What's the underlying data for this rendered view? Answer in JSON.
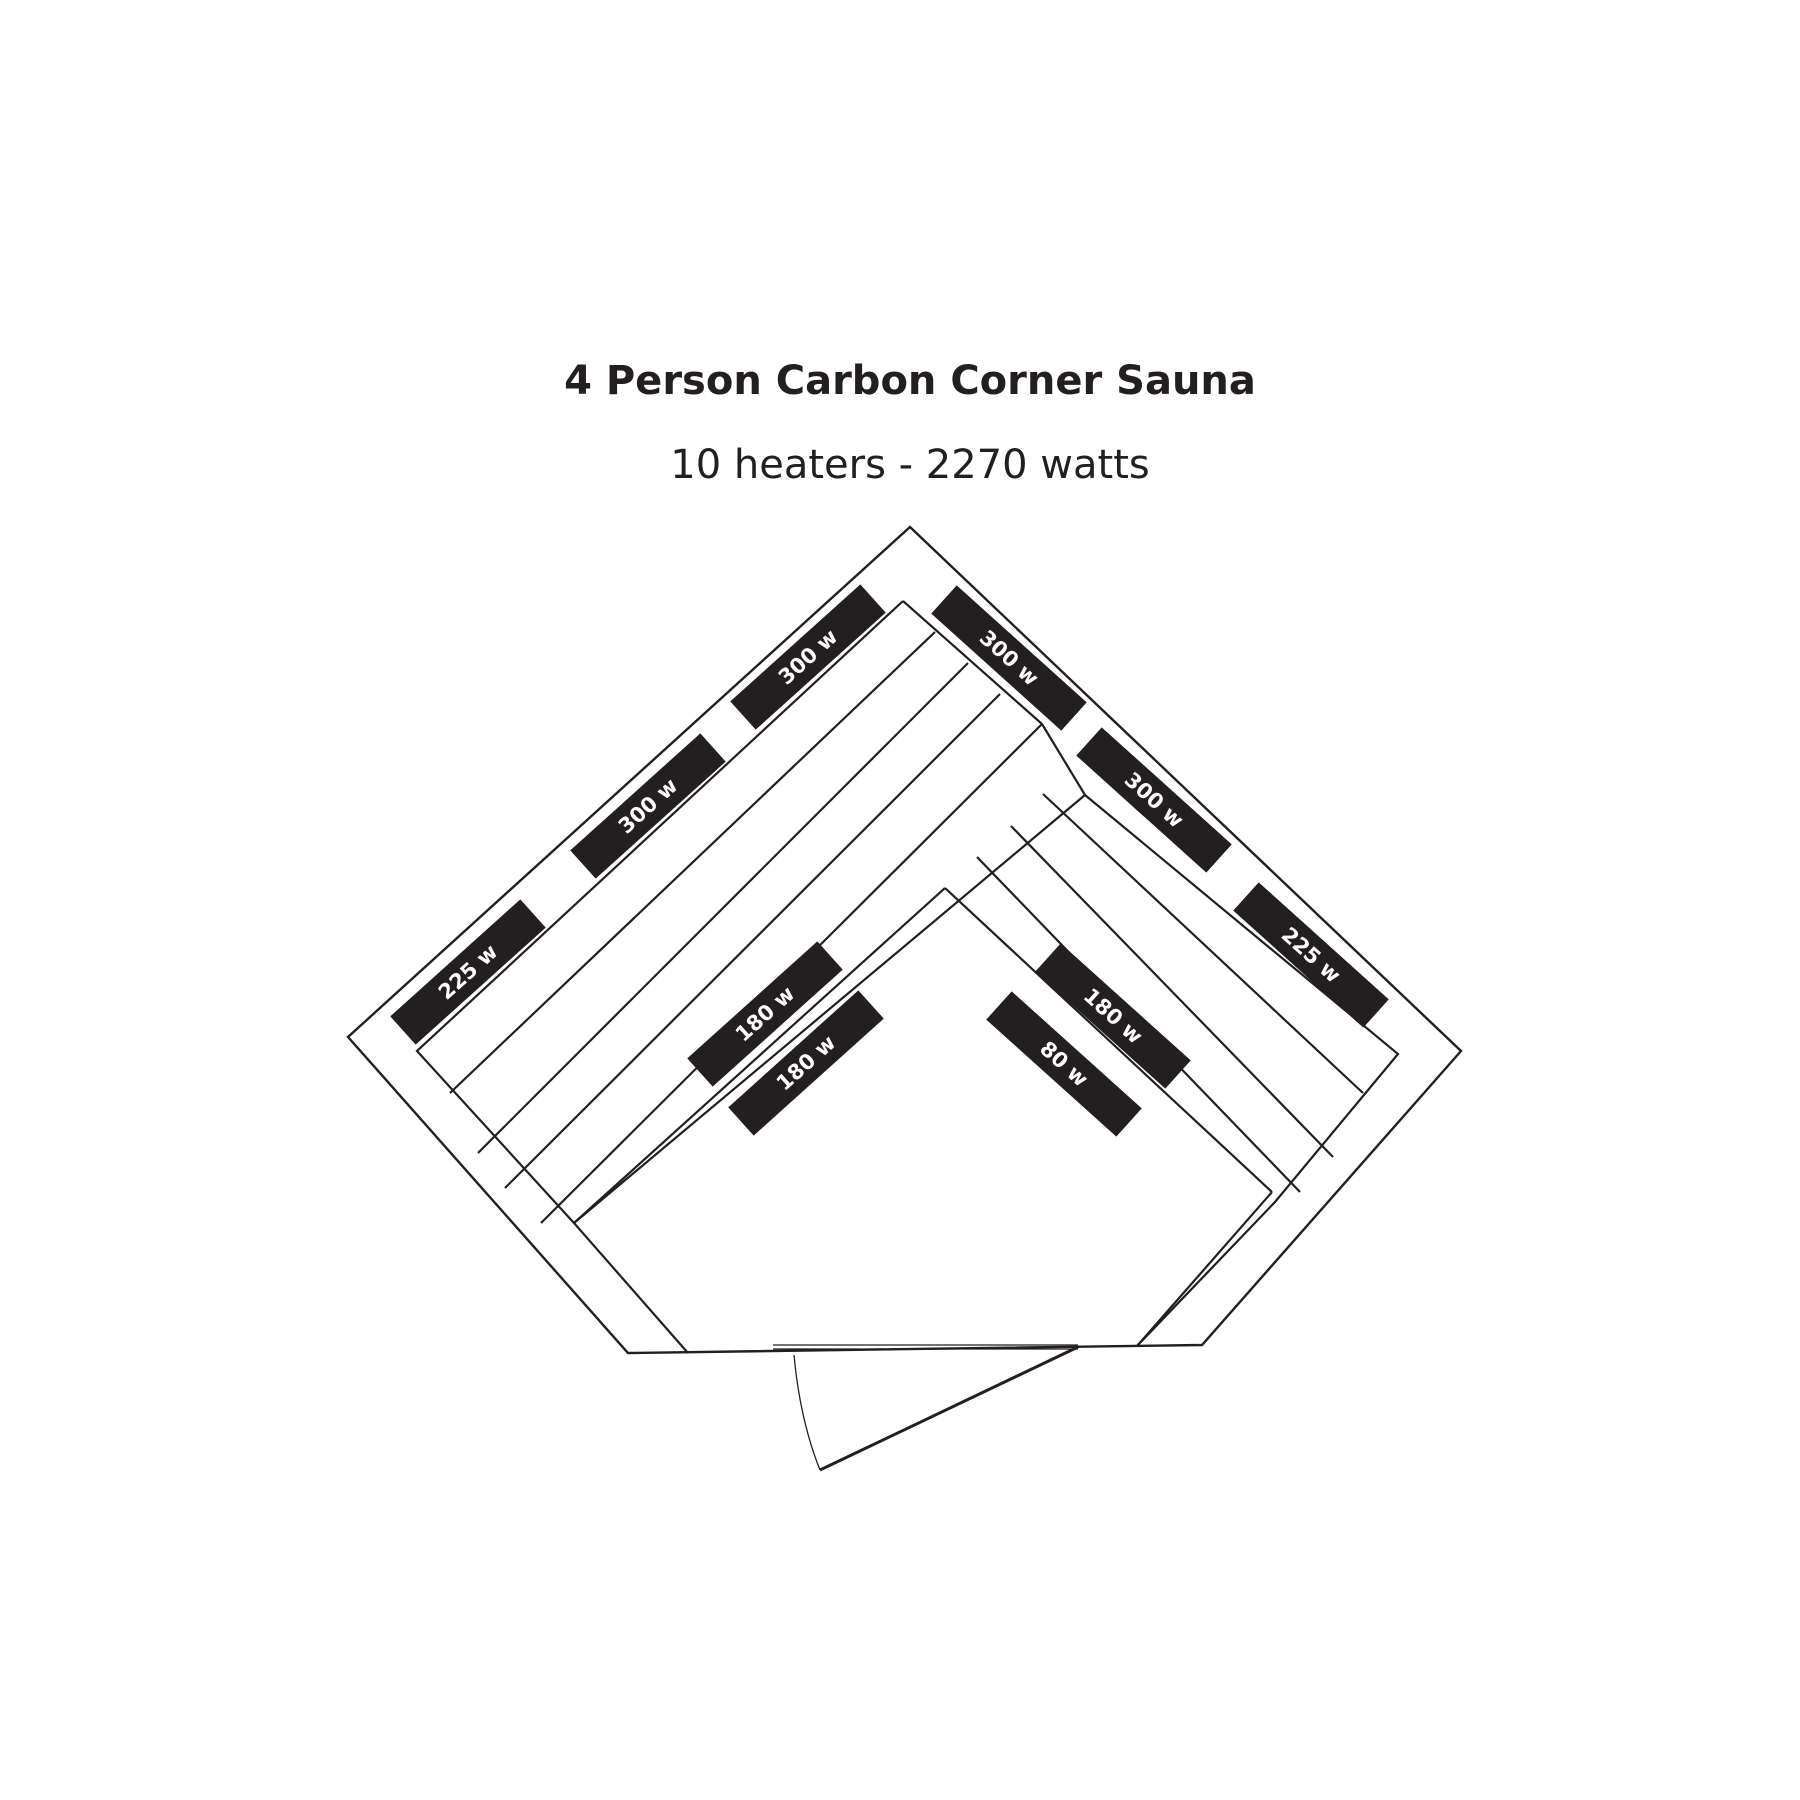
{
  "title": "4 Person Carbon Corner Sauna",
  "subtitle": "10  heaters -  2270 watts",
  "heaters": [
    {
      "id": "heater-left-upper",
      "label": "300 w"
    },
    {
      "id": "heater-left-middle",
      "label": "300 w"
    },
    {
      "id": "heater-left-lower",
      "label": "225 w"
    },
    {
      "id": "heater-right-upper",
      "label": "300 w"
    },
    {
      "id": "heater-right-middle",
      "label": "300 w"
    },
    {
      "id": "heater-right-lower",
      "label": "225 w"
    },
    {
      "id": "heater-bench-left-upper",
      "label": "180 w"
    },
    {
      "id": "heater-bench-left-lower",
      "label": "180 w"
    },
    {
      "id": "heater-bench-right",
      "label": "180 w"
    },
    {
      "id": "heater-floor",
      "label": "80 w"
    }
  ]
}
